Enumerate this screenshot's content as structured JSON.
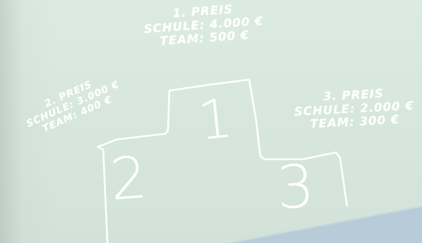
{
  "prizes": {
    "first": {
      "title": "1. PREIS",
      "school": "SCHULE: 4.000 €",
      "team": "TEAM: 500 €",
      "rank": "1"
    },
    "second": {
      "title": "2. PREIS",
      "school": "SCHULE: 3.000 €",
      "team": "TEAM: 400 €",
      "rank": "2"
    },
    "third": {
      "title": "3. PREIS",
      "school": "SCHULE: 2.000 €",
      "team": "TEAM: 300 €",
      "rank": "3"
    }
  },
  "colors": {
    "background": "#d9e8df",
    "chalk": "#ffffff",
    "band": "#b7cad9"
  }
}
